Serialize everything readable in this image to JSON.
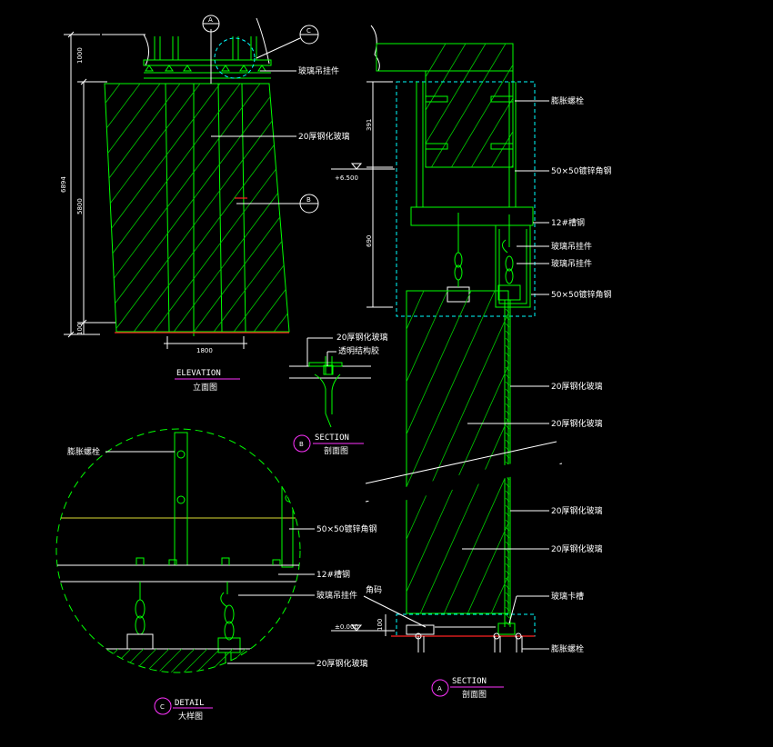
{
  "colors": {
    "background": "#000000",
    "linework": "#00ff00",
    "annotation": "#ffffff",
    "title_underline": "#ff33ff",
    "floor_line": "#ff2222",
    "dashed_outline": "#00ffff"
  },
  "elevation": {
    "dims": {
      "top": "1000",
      "overall": "6894",
      "mid": "5800",
      "bottom": "100",
      "width": "1800"
    },
    "labels": {
      "hanger": "玻璃吊挂件",
      "glass": "20厚钢化玻璃"
    },
    "markers": {
      "a": "A",
      "b": "B",
      "c": "C"
    },
    "title_en": "ELEVATION",
    "title_cn": "立面图"
  },
  "section_b": {
    "labels": {
      "glass": "20厚钢化玻璃",
      "sealant": "透明结构胶"
    },
    "marker": "B",
    "title_en": "SECTION",
    "title_cn": "剖面图"
  },
  "section_a": {
    "labels": {
      "bolt_top": "膨胀螺栓",
      "angle_top": "50×50镀锌角钢",
      "channel": "12#槽钢",
      "hanger1": "玻璃吊挂件",
      "hanger2": "玻璃吊挂件",
      "angle_bottom": "50×50镀锌角钢",
      "glass1": "20厚钢化玻璃",
      "glass2": "20厚钢化玻璃",
      "glass3": "20厚钢化玻璃",
      "glass4": "20厚钢化玻璃",
      "corner": "角码",
      "clamp": "玻璃卡槽",
      "bolt_bottom": "膨胀螺栓"
    },
    "dims": {
      "top": "391",
      "mid": "690",
      "bottom": "100"
    },
    "levels": {
      "upper": "+6.500",
      "ground": "±0.000"
    },
    "marker": "A",
    "title_en": "SECTION",
    "title_cn": "剖面图"
  },
  "detail": {
    "labels": {
      "bolt": "膨胀螺栓",
      "angle": "50×50镀锌角钢",
      "channel": "12#槽钢",
      "hanger": "玻璃吊挂件",
      "glass": "20厚钢化玻璃"
    },
    "marker": "C",
    "title_en": "DETAIL",
    "title_cn": "大样图"
  }
}
